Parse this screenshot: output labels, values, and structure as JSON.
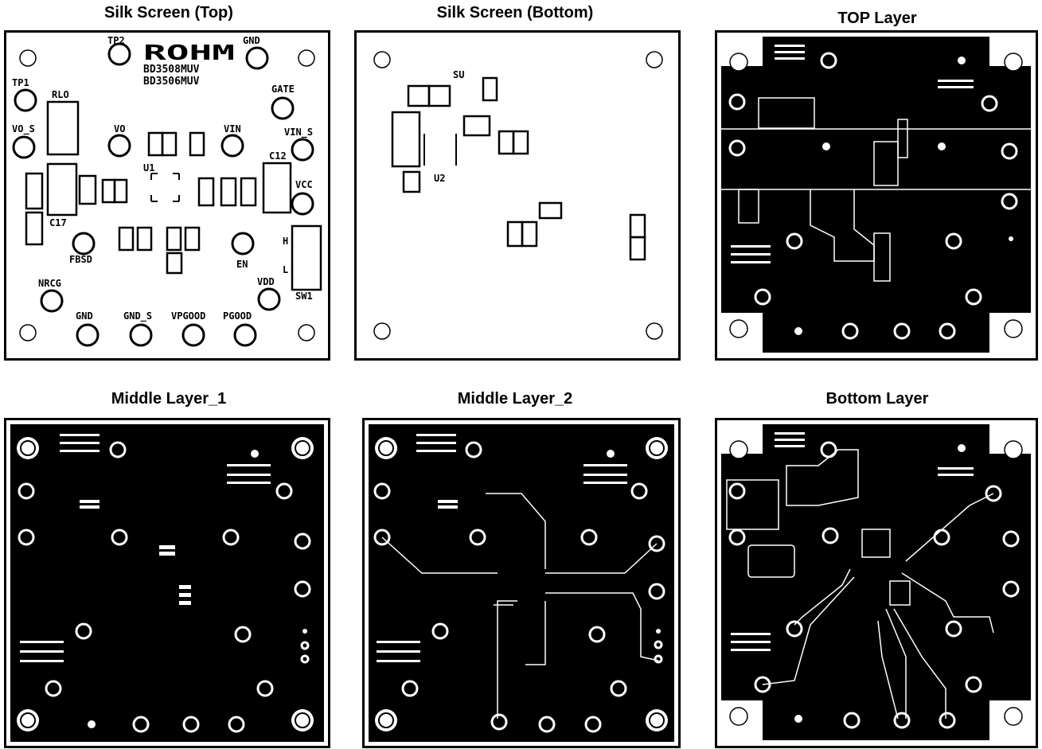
{
  "panels": [
    {
      "id": "silk-top",
      "title": "Silk Screen (Top)"
    },
    {
      "id": "silk-bottom",
      "title": "Silk Screen (Bottom)"
    },
    {
      "id": "top-layer",
      "title": "TOP Layer"
    },
    {
      "id": "middle-1",
      "title": "Middle Layer_1"
    },
    {
      "id": "middle-2",
      "title": "Middle Layer_2"
    },
    {
      "id": "bottom-layer",
      "title": "Bottom Layer"
    }
  ],
  "silk_top": {
    "logo": "ROHM",
    "part1": "BD3508MUV",
    "part2": "BD3506MUV",
    "labels": {
      "tp2": "TP2",
      "gnd_top": "GND",
      "tp1": "TP1",
      "rlo": "RLO",
      "gate": "GATE",
      "vo_s": "VO_S",
      "vo": "VO",
      "vin": "VIN",
      "vin_s": "VIN_S",
      "c12": "C12",
      "u1": "U1",
      "vcc": "VCC",
      "c17": "C17",
      "fbsd": "FBSD",
      "en": "EN",
      "nrcg": "NRCG",
      "vdd": "VDD",
      "sw1": "SW1",
      "h": "H",
      "l": "L",
      "gnd_bottom": "GND",
      "gnd_s": "GND_S",
      "vpgood": "VPGOOD",
      "pgood": "PGOOD"
    }
  },
  "silk_bottom": {
    "u2": "U2",
    "su": "SU"
  }
}
